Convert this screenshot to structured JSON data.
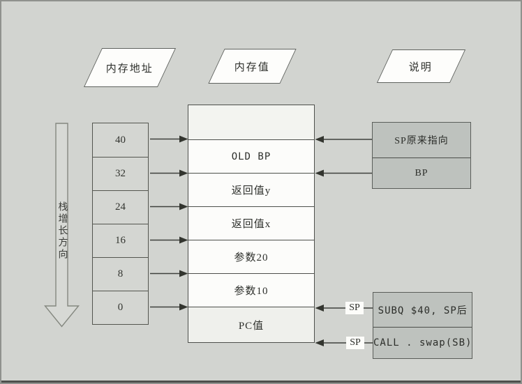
{
  "diagram": {
    "title_headers": {
      "address": "内存地址",
      "value": "内存值",
      "note": "说明"
    },
    "growth_arrow": {
      "label": "栈增长方向"
    },
    "address_column": {
      "values": [
        "40",
        "32",
        "24",
        "16",
        "8",
        "0"
      ]
    },
    "stack_table": {
      "rows": [
        "",
        "OLD BP",
        "返回值y",
        "返回值x",
        "参数20",
        "参数10",
        "PC值"
      ]
    },
    "notes_upper": {
      "rows": [
        "SP原来指向",
        "BP"
      ]
    },
    "notes_lower": {
      "rows": [
        "SUBQ $40, SP后",
        "CALL . swap(SB)"
      ]
    },
    "sp_pointer_labels": [
      "SP",
      "SP"
    ],
    "colors": {
      "background": "#d2d4d0",
      "row_white": "#fcfcfa",
      "row_shaded": "#eff0ec",
      "note_box": "#bec2be",
      "line": "#3e403c"
    }
  }
}
